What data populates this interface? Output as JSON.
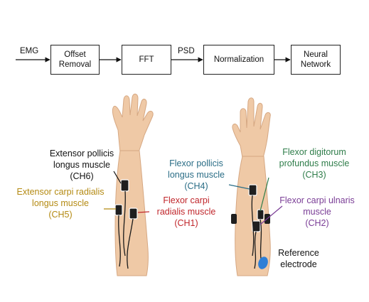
{
  "flow": {
    "input_label": "EMG",
    "steps": [
      "Offset Removal",
      "FFT",
      "Normalization",
      "Neural Network"
    ],
    "psd_label": "PSD"
  },
  "muscles": {
    "ch6": {
      "name": "Extensor pollicis longus muscle",
      "channel": "(CH6)"
    },
    "ch5": {
      "name": "Extensor carpi radialis longus muscle",
      "channel": "(CH5)"
    },
    "ch1": {
      "name": "Flexor carpi radialis muscle",
      "channel": "(CH1)"
    },
    "ch4": {
      "name": "Flexor pollicis longus muscle",
      "channel": "(CH4)"
    },
    "ch3": {
      "name": "Flexor digitorum profundus muscle",
      "channel": "(CH3)"
    },
    "ch2": {
      "name": "Flexor carpi ulnaris muscle",
      "channel": "(CH2)"
    },
    "reference": "Reference electrode"
  },
  "colors": {
    "black": "#111111",
    "gold": "#b48a12",
    "red": "#c0262b",
    "blue": "#2a6d86",
    "green": "#2f7d4a",
    "purple": "#7a3d96",
    "skin": "#efc9a6",
    "electrode": "#1f1f1f",
    "reference_electrode": "#2f7fd6"
  }
}
